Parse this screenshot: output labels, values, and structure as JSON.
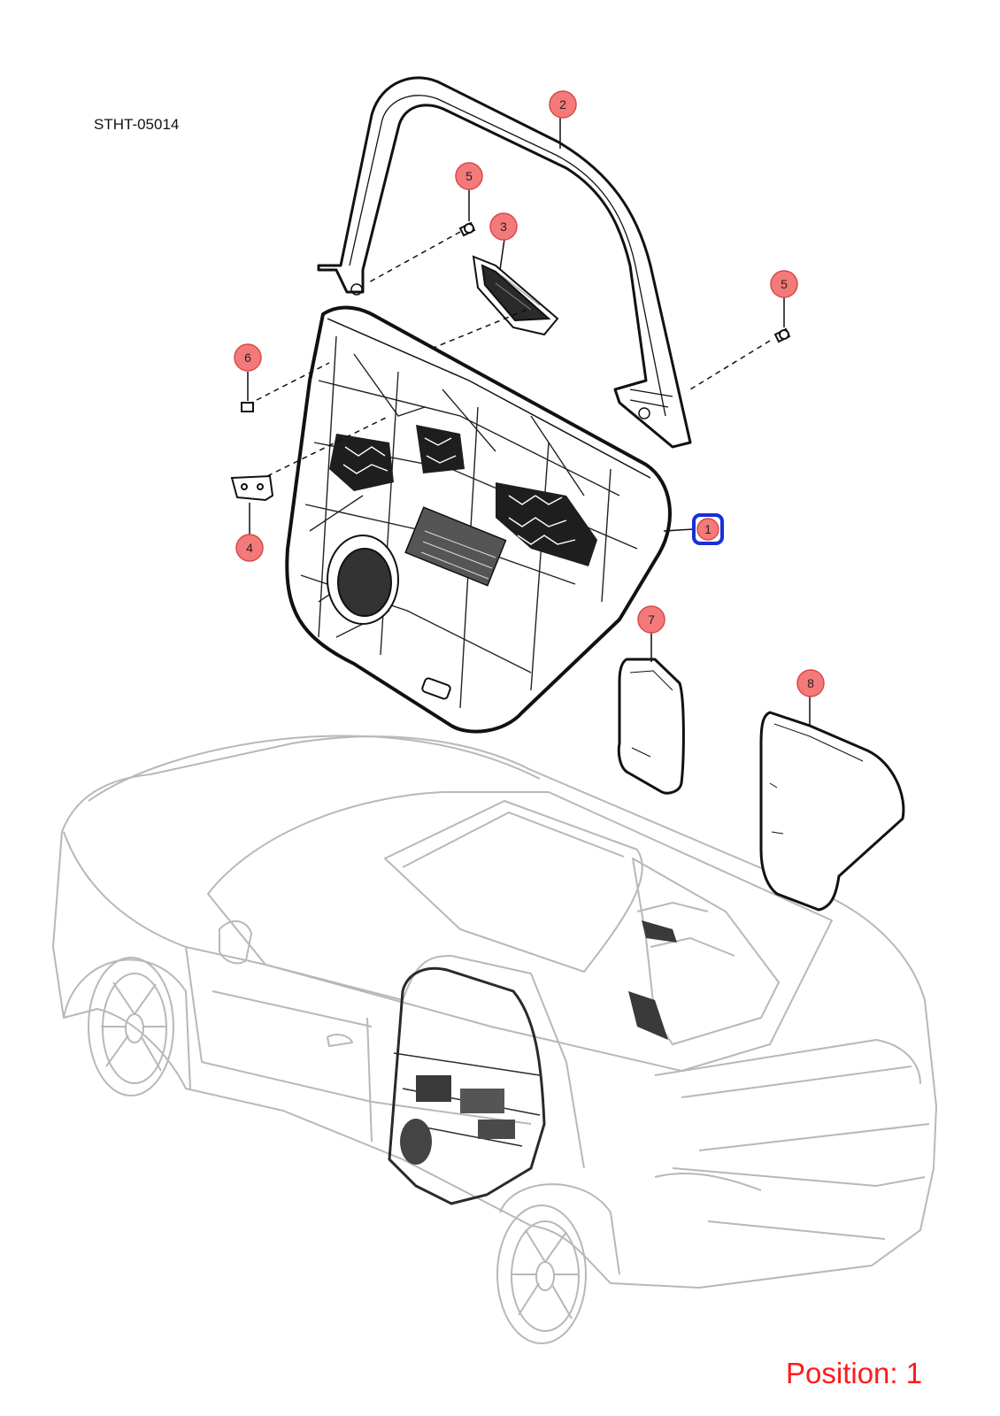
{
  "drawing_code": "STHT-05014",
  "position_text": "Position: 1",
  "colors": {
    "callout_fill": "#f47a7a",
    "callout_stroke": "#d84a4a",
    "selected_outline": "#1a2fd6",
    "position_text": "#ff1a1a",
    "vehicle_lines": "#b8b8b8",
    "part_lines": "#111111"
  },
  "callouts": [
    {
      "id": "c1",
      "number": "1",
      "selected": true
    },
    {
      "id": "c2",
      "number": "2",
      "selected": false
    },
    {
      "id": "c3",
      "number": "3",
      "selected": false
    },
    {
      "id": "c5a",
      "number": "5",
      "selected": false
    },
    {
      "id": "c5b",
      "number": "5",
      "selected": false
    },
    {
      "id": "c6",
      "number": "6",
      "selected": false
    },
    {
      "id": "c4",
      "number": "4",
      "selected": false
    },
    {
      "id": "c7",
      "number": "7",
      "selected": false
    },
    {
      "id": "c8",
      "number": "8",
      "selected": false
    }
  ]
}
